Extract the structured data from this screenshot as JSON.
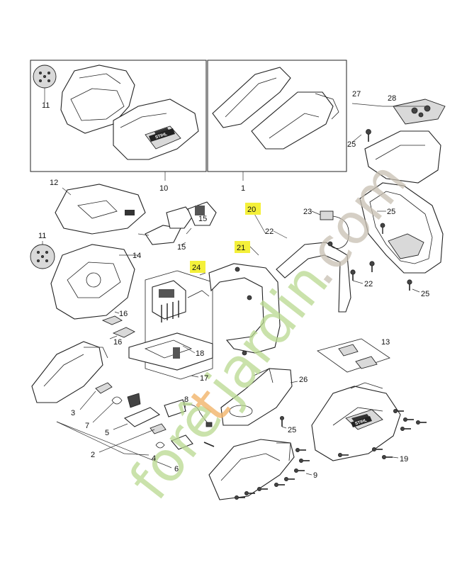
{
  "watermark": {
    "part1": "forê",
    "part2": "t",
    "part3": "jardin",
    "part4": ".com",
    "color_green": "#b9d98f",
    "color_orange": "#f2b56b",
    "color_grey": "#c8c0b2"
  },
  "highlight_color": "#f4f03a",
  "brand_badge": "STIHL",
  "labels": {
    "l1": "1",
    "l2": "2",
    "l3": "3",
    "l4": "4",
    "l5": "5",
    "l6": "6",
    "l7": "7",
    "l8": "8",
    "l9": "9",
    "l10": "10",
    "l11a": "11",
    "l11b": "11",
    "l12": "12",
    "l13": "13",
    "l14": "14",
    "l15a": "15",
    "l15b": "15",
    "l16a": "16",
    "l16b": "16",
    "l17": "17",
    "l18": "18",
    "l19": "19",
    "l20": "20",
    "l21": "21",
    "l22a": "22",
    "l22b": "22",
    "l23": "23",
    "l24": "24",
    "l25a": "25",
    "l25b": "25",
    "l25c": "25",
    "l25d": "25",
    "l26": "26",
    "l27": "27",
    "l28": "28"
  }
}
